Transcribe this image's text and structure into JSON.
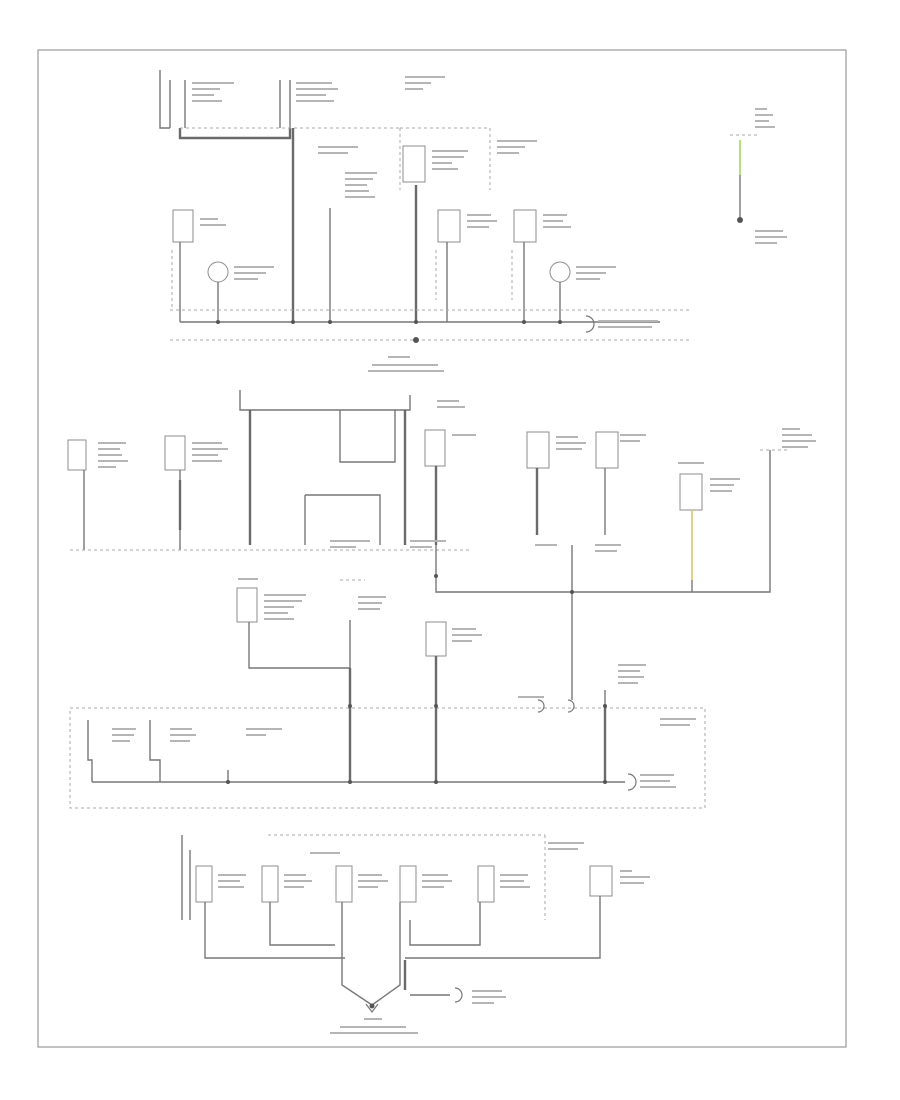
{
  "diagram": {
    "type": "ground distribution wiring diagram",
    "corner_code": "",
    "colors": {
      "wire": "#777777",
      "frame": "#9a9a9a",
      "green_wire": "#a3d95a",
      "yellow_wire": "#d8c76a"
    },
    "sections": [
      "top",
      "upper-middle",
      "lower-middle",
      "bottom"
    ]
  }
}
